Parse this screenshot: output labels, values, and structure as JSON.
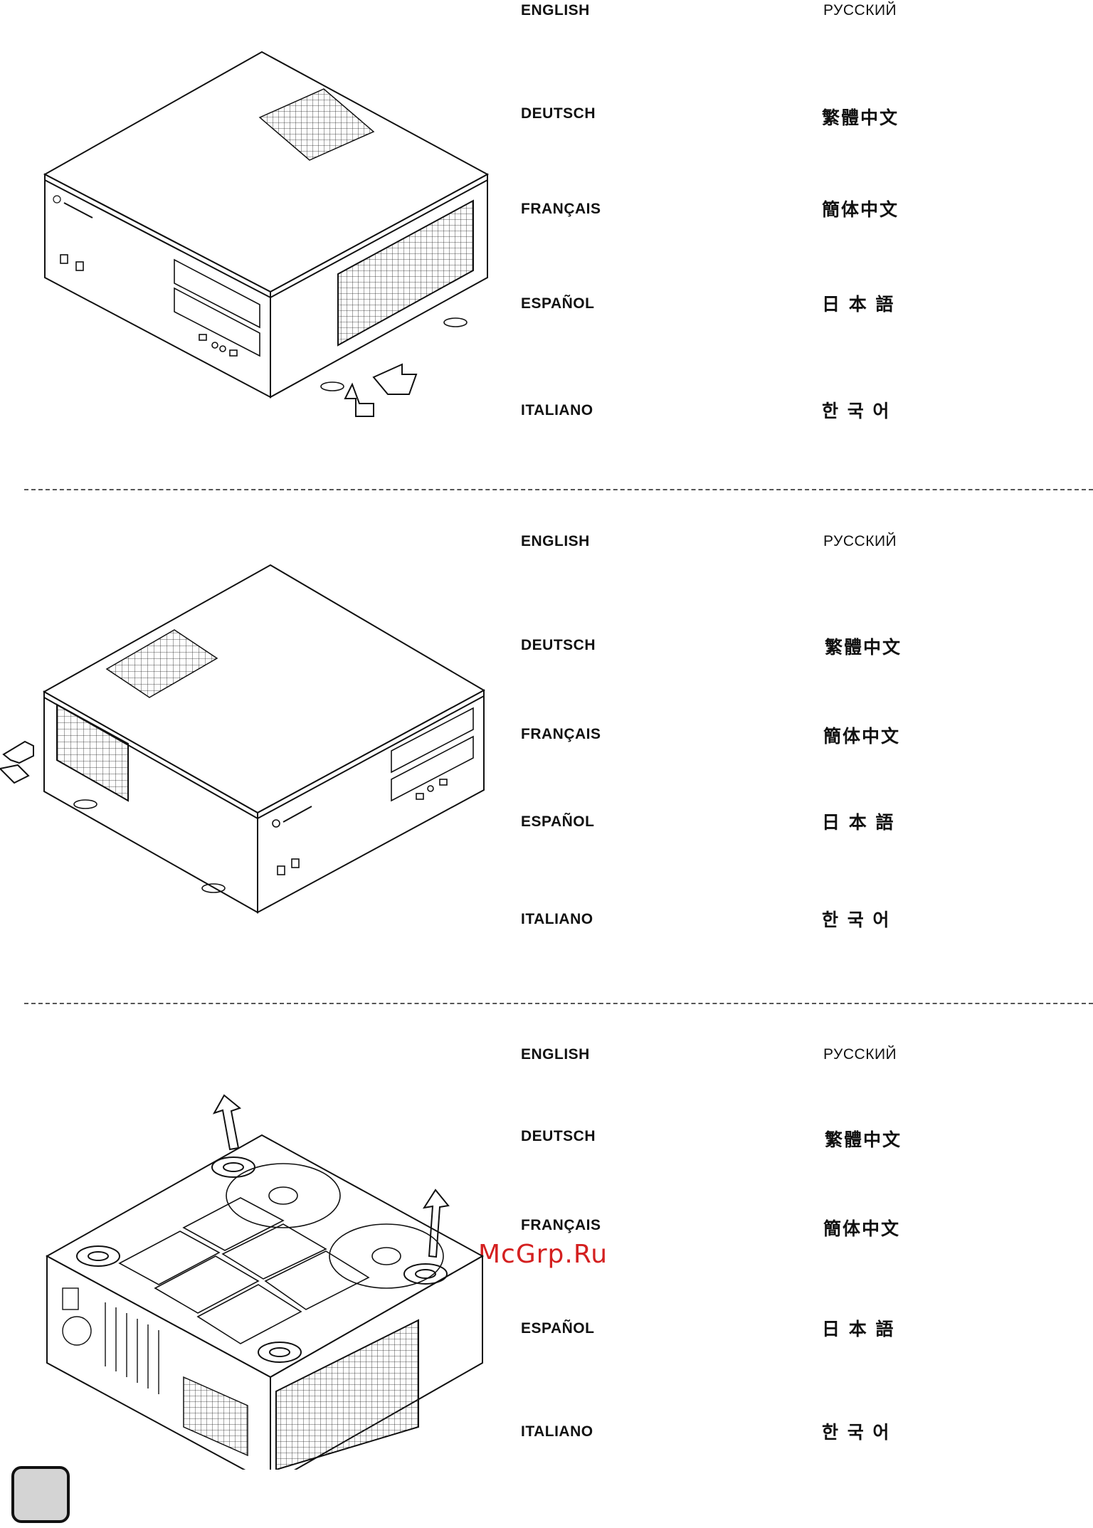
{
  "sections": [
    {
      "languages_left": [
        "ENGLISH",
        "DEUTSCH",
        "FRANÇAIS",
        "ESPAÑOL",
        "ITALIANO"
      ],
      "languages_right": [
        "РУССКИЙ",
        "繁體中文",
        "簡体中文",
        "日 本 語",
        "한 국 어"
      ]
    },
    {
      "languages_left": [
        "ENGLISH",
        "DEUTSCH",
        "FRANÇAIS",
        "ESPAÑOL",
        "ITALIANO"
      ],
      "languages_right": [
        "РУССКИЙ",
        "繁體中文",
        "簡体中文",
        "日 本 語",
        "한 국 어"
      ]
    },
    {
      "languages_left": [
        "ENGLISH",
        "DEUTSCH",
        "FRANÇAIS",
        "ESPAÑOL",
        "ITALIANO"
      ],
      "languages_right": [
        "РУССКИЙ",
        "繁體中文",
        "簡体中文",
        "日 本 語",
        "한 국 어"
      ]
    }
  ],
  "watermark": "McGrp.Ru",
  "icons": [
    "case-front-side-illustration",
    "case-front-other-side-illustration",
    "case-bottom-illustration",
    "arrow-icon",
    "page-number-box"
  ],
  "colors": {
    "line": "#111111",
    "watermark": "#d42020",
    "page_box_fill": "#d4d4d4"
  }
}
